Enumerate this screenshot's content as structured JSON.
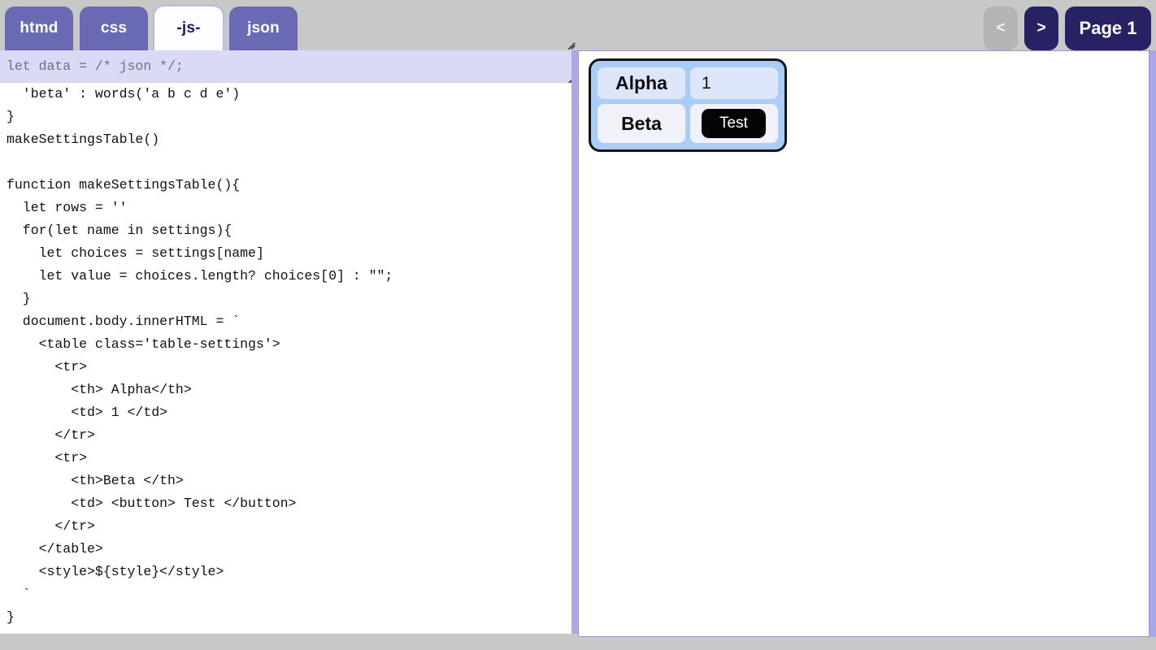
{
  "header": {
    "tabs": [
      {
        "label": "htmd",
        "active": false
      },
      {
        "label": "css",
        "active": false
      },
      {
        "label": "-js-",
        "active": true
      },
      {
        "label": "json",
        "active": false
      }
    ],
    "nav": {
      "prev_label": "<",
      "next_label": ">",
      "page_label": "Page 1"
    }
  },
  "editor": {
    "header_field": {
      "value": "let data = /* json */;",
      "placeholder": "let data = /* json */;"
    },
    "code": "  'beta' : words('a b c d e')\n}\nmakeSettingsTable()\n\nfunction makeSettingsTable(){\n  let rows = ''\n  for(let name in settings){\n    let choices = settings[name]\n    let value = choices.length? choices[0] : \"\";\n  }\n  document.body.innerHTML = `\n    <table class='table-settings'>\n      <tr>\n        <th> Alpha</th>\n        <td> 1 </td>\n      </tr>\n      <tr>\n        <th>Beta </th>\n        <td> <button> Test </button>\n      </tr>\n    </table>\n    <style>${style}</style>\n  `\n}"
  },
  "preview": {
    "table": {
      "rows": [
        {
          "header": "Alpha",
          "value": "1",
          "is_button": false
        },
        {
          "header": "Beta",
          "value": "Test",
          "is_button": true
        }
      ]
    }
  },
  "colors": {
    "page_background": "#c8c8c8",
    "tab_inactive": "#6a6ab4",
    "tab_active": "#fdfdff",
    "nav_button": "#262263",
    "nav_button_disabled": "#b4b4b4",
    "editor_header_field": "#d9dbf6",
    "pane_edge": "#a8a8ea",
    "table_background": "#aacdf7",
    "table_row1_cell": "#dde6fb",
    "table_row2_cell": "#f1f1f9",
    "table_button": "#050505"
  }
}
